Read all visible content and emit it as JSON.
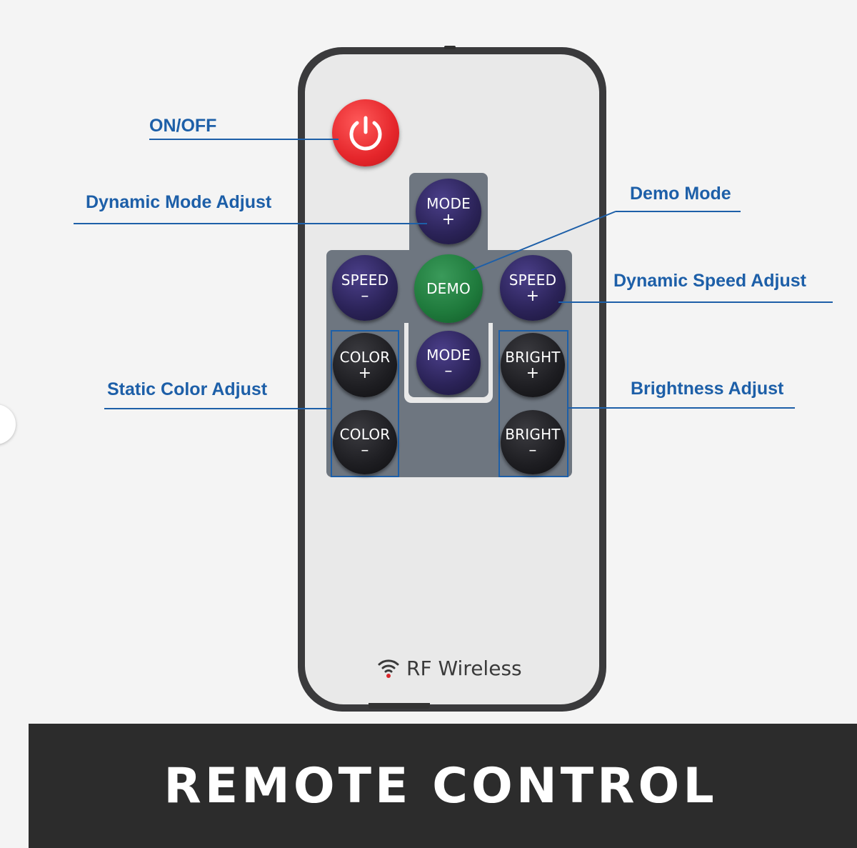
{
  "labels": {
    "on_off": "ON/OFF",
    "dynamic_mode": "Dynamic Mode Adjust",
    "demo_mode": "Demo Mode",
    "dynamic_speed": "Dynamic Speed Adjust",
    "static_color": "Static Color Adjust",
    "brightness": "Brightness Adjust"
  },
  "buttons": {
    "mode_plus": {
      "text": "MODE",
      "sym": "+"
    },
    "speed_minus": {
      "text": "SPEED",
      "sym": "–"
    },
    "demo": {
      "text": "DEMO"
    },
    "speed_plus": {
      "text": "SPEED",
      "sym": "+"
    },
    "color_plus": {
      "text": "COLOR",
      "sym": "+"
    },
    "mode_minus": {
      "text": "MODE",
      "sym": "–"
    },
    "bright_plus": {
      "text": "BRIGHT",
      "sym": "+"
    },
    "color_minus": {
      "text": "COLOR",
      "sym": "–"
    },
    "bright_minus": {
      "text": "BRIGHT",
      "sym": "–"
    }
  },
  "footer_text": "RF Wireless",
  "banner": "REMOTE CONTROL",
  "colors": {
    "label_blue": "#1d5fa8",
    "power_red": "#e5262b",
    "demo_green": "#1f7a3c",
    "button_purple": "#2b2358",
    "button_black": "#1e1e22",
    "banner_bg": "#2c2c2c"
  }
}
